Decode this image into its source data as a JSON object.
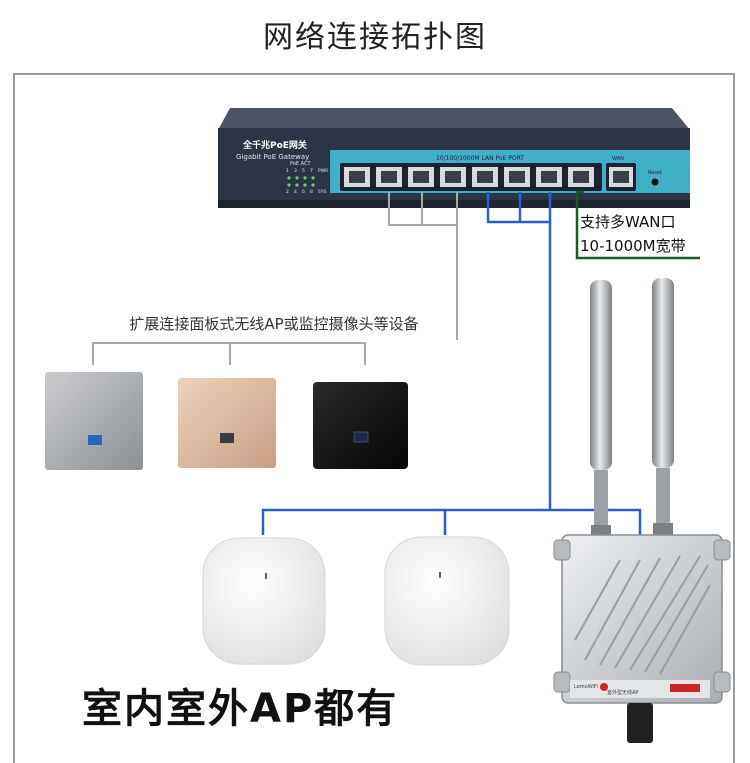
{
  "title": "网络连接拓扑图",
  "switch": {
    "brand_line1": "全千兆PoE网关",
    "brand_line2": "Gigabit PoE Gateway",
    "led_title": "PoE ACT",
    "led_top_numbers": [
      "1",
      "3",
      "5",
      "7",
      "PWR"
    ],
    "led_bottom_numbers": [
      "2",
      "4",
      "6",
      "8",
      "SYS"
    ],
    "port_label": "10/100/1000M LAN PoE PORT",
    "wan_label": "WAN",
    "reset_label": "Reset"
  },
  "wan_note": {
    "line1": "支持多WAN口",
    "line2": "10-1000M宽带"
  },
  "extension_label": "扩展连接面板式无线AP或监控摄像头等设备",
  "outdoor_ap": {
    "brand": "LemoWiFi",
    "label": "室外型无线AP"
  },
  "bottom_title": "室内室外AP都有",
  "colors": {
    "gray_line": "#a8a8a8",
    "blue_line": "#2a5fd0",
    "green_line": "#1c5a2a",
    "switch_body": "#2d3446",
    "switch_accent": "#3fb0c8"
  }
}
